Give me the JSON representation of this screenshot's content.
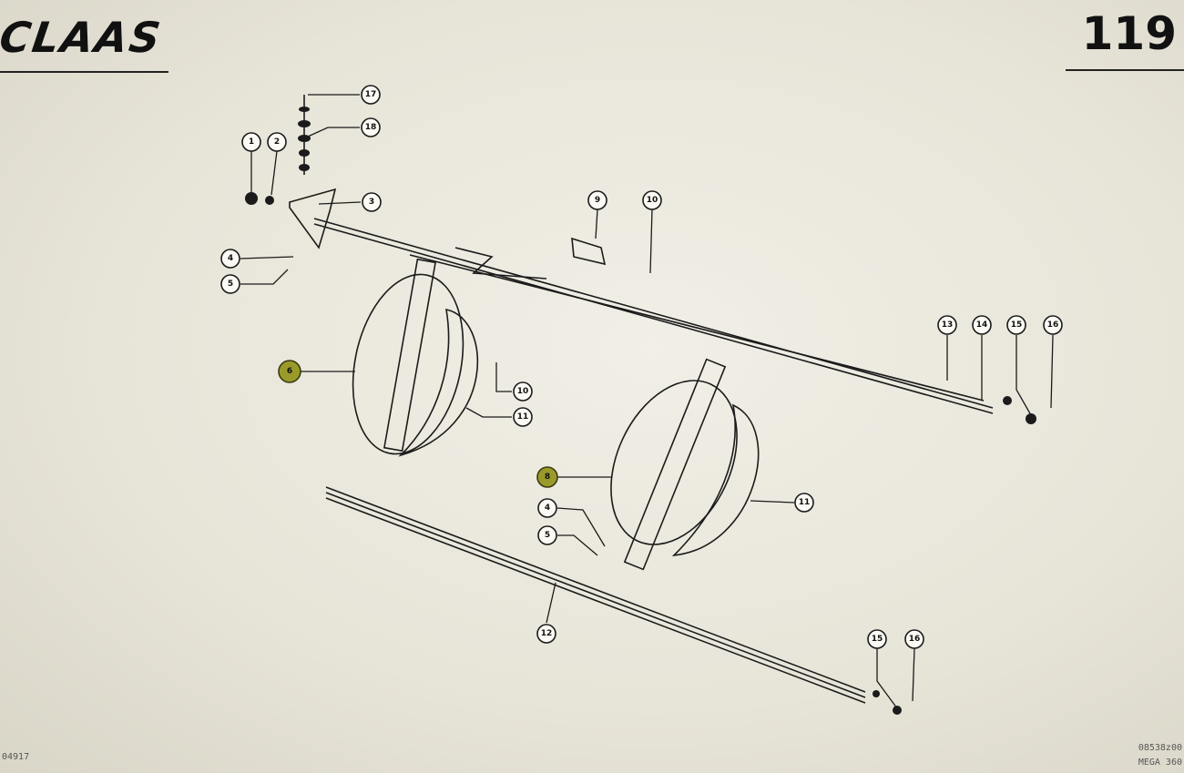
{
  "header": {
    "brand": "CLAAS",
    "page_number": "119"
  },
  "footer": {
    "left_code": "04917",
    "right_code": "08538z00",
    "right_model": "MEGA 360"
  },
  "callouts": [
    {
      "label": "17",
      "highlighted": false
    },
    {
      "label": "18",
      "highlighted": false
    },
    {
      "label": "1",
      "highlighted": false
    },
    {
      "label": "2",
      "highlighted": false
    },
    {
      "label": "3",
      "highlighted": false
    },
    {
      "label": "4",
      "highlighted": false
    },
    {
      "label": "5",
      "highlighted": false
    },
    {
      "label": "9",
      "highlighted": false
    },
    {
      "label": "10",
      "highlighted": false
    },
    {
      "label": "6",
      "highlighted": true
    },
    {
      "label": "10",
      "highlighted": false
    },
    {
      "label": "11",
      "highlighted": false
    },
    {
      "label": "13",
      "highlighted": false
    },
    {
      "label": "14",
      "highlighted": false
    },
    {
      "label": "15",
      "highlighted": false
    },
    {
      "label": "16",
      "highlighted": false
    },
    {
      "label": "8",
      "highlighted": true
    },
    {
      "label": "4",
      "highlighted": false
    },
    {
      "label": "5",
      "highlighted": false
    },
    {
      "label": "11",
      "highlighted": false
    },
    {
      "label": "12",
      "highlighted": false
    },
    {
      "label": "15",
      "highlighted": false
    },
    {
      "label": "16",
      "highlighted": false
    }
  ],
  "colors": {
    "ink": "#1b1b1b",
    "highlight": "#9a9a2a",
    "paper": "#ebe8dd"
  }
}
